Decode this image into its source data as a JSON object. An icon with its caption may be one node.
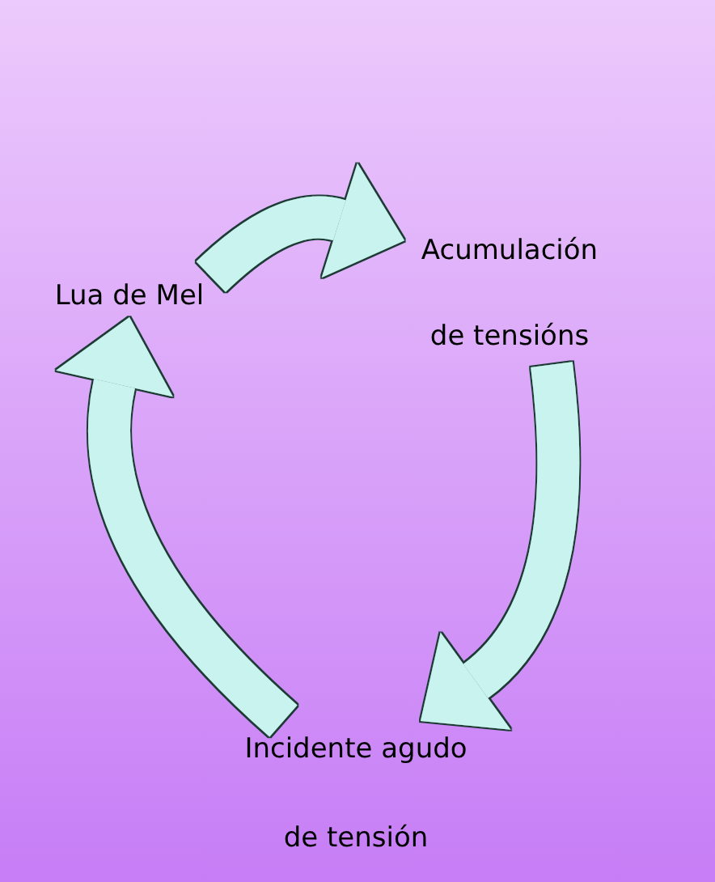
{
  "diagram": {
    "nodes": [
      {
        "text": [
          "Lua de Mel"
        ]
      },
      {
        "text": [
          "Acumulación",
          "de tensións"
        ]
      },
      {
        "text": [
          "Incidente agudo",
          "de tensión"
        ]
      }
    ],
    "edges": [
      {
        "from": 0,
        "to": 1,
        "arrow": "to"
      },
      {
        "from": 1,
        "to": 2,
        "arrow": "to"
      },
      {
        "from": 2,
        "to": 0,
        "arrow": "to"
      }
    ]
  }
}
